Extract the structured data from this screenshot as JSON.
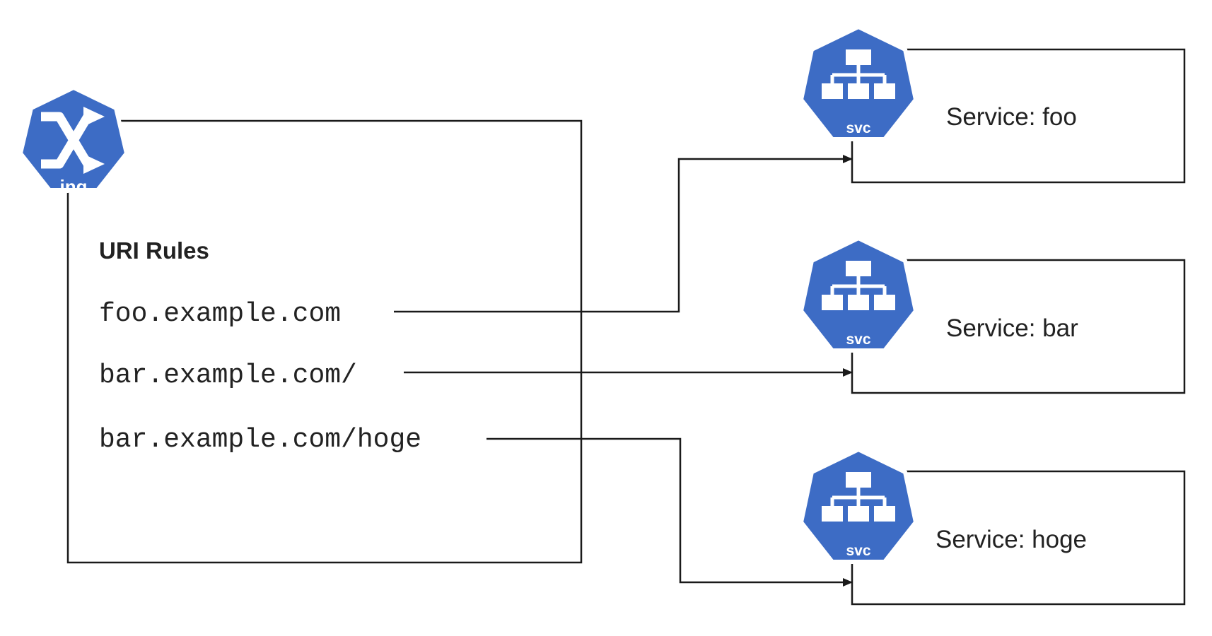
{
  "ingress": {
    "badge": "ing",
    "icon": "ingress-shuffle-icon",
    "color": "#3d6cc5"
  },
  "rules": {
    "title": "URI Rules",
    "items": [
      "foo.example.com",
      "bar.example.com/",
      "bar.example.com/hoge"
    ]
  },
  "services": [
    {
      "label": "Service: foo",
      "badge": "svc",
      "icon": "service-hierarchy-icon"
    },
    {
      "label": "Service: bar",
      "badge": "svc",
      "icon": "service-hierarchy-icon"
    },
    {
      "label": "Service: hoge",
      "badge": "svc",
      "icon": "service-hierarchy-icon"
    }
  ],
  "colors": {
    "icon_blue": "#3d6cc5",
    "line": "#1a1a1a",
    "text": "#222222"
  }
}
